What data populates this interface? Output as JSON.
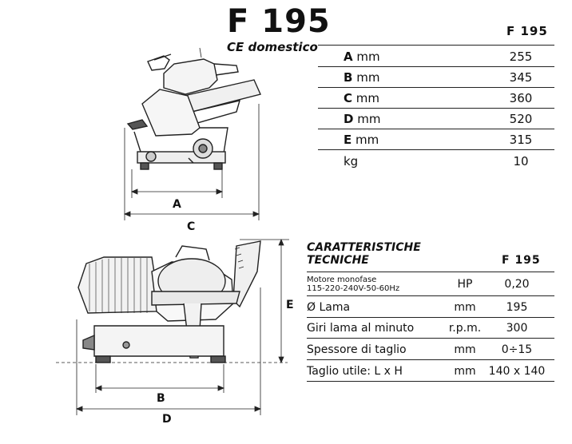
{
  "title": "F 195",
  "subtitle": "CE domestico",
  "dimensions": {
    "model": "F 195",
    "rows": [
      {
        "letter": "A",
        "unit": "mm",
        "value": "255"
      },
      {
        "letter": "B",
        "unit": "mm",
        "value": "345"
      },
      {
        "letter": "C",
        "unit": "mm",
        "value": "360"
      },
      {
        "letter": "D",
        "unit": "mm",
        "value": "520"
      },
      {
        "letter": "E",
        "unit": "mm",
        "value": "315"
      },
      {
        "letter": "",
        "unit": "kg",
        "value": "10"
      }
    ]
  },
  "features": {
    "title_line1": "CARATTERISTICHE",
    "title_line2": "TECNICHE",
    "model": "F 195",
    "motor_line1": "Motore monofase",
    "motor_line2": "115-220-240V-50-60Hz",
    "motor_unit": "HP",
    "motor_value": "0,20",
    "blade_label": "Ø Lama",
    "blade_unit": "mm",
    "blade_value": "195",
    "rpm_label": "Giri lama al minuto",
    "rpm_unit": "r.p.m.",
    "rpm_value": "300",
    "thick_label": "Spessore di taglio",
    "thick_unit": "mm",
    "thick_value": "0÷15",
    "cut_label": "Taglio utile: L x H",
    "cut_unit": "mm",
    "cut_value": "140 x 140"
  },
  "drawing_labels": {
    "A": "A",
    "B": "B",
    "C": "C",
    "D": "D",
    "E": "E"
  }
}
